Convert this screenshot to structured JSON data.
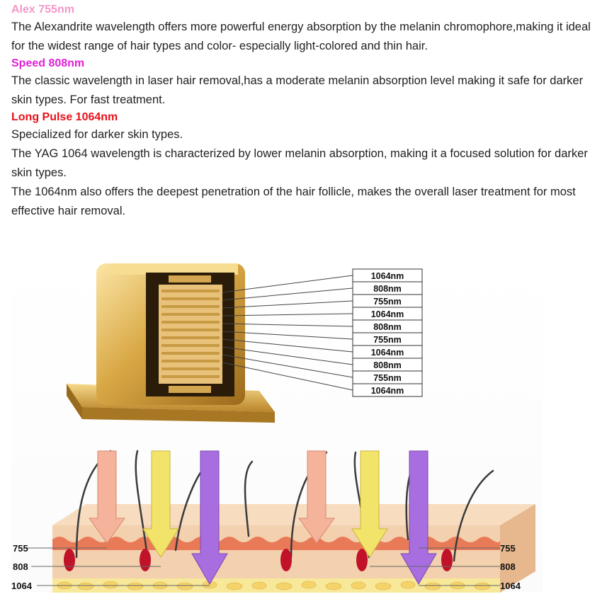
{
  "sections": [
    {
      "heading": "Alex 755nm",
      "color": "#f497c9",
      "paragraph": "The Alexandrite wavelength offers more powerful energy absorption by the melanin chromophore,making it ideal for the widest range of hair types and color- especially light-colored and thin hair."
    },
    {
      "heading": "Speed 808nm",
      "color": "#e020d8",
      "paragraph": "The classic wavelength in laser hair removal,has a moderate melanin absorption level making it safe for darker skin types. For fast treatment."
    },
    {
      "heading": "Long Pulse 1064nm",
      "color": "#e8101a",
      "paragraphs": [
        "Specialized for darker skin types.",
        "The YAG 1064 wavelength is characterized by lower melanin absorption, making it a focused solution for darker skin types.",
        "The 1064nm also offers the deepest penetration of the hair follicle, makes the overall laser treatment for most effective hair removal."
      ]
    }
  ],
  "figure": {
    "wavelength_list": [
      "1064nm",
      "808nm",
      "755nm",
      "1064nm",
      "808nm",
      "755nm",
      "1064nm",
      "808nm",
      "755nm",
      "1064nm"
    ],
    "depth_labels_left": [
      "755",
      "808",
      "1064"
    ],
    "depth_labels_right": [
      "755",
      "808",
      "1064"
    ],
    "colors": {
      "gold": "#d9a845",
      "arrow_755": "#f4b39a",
      "arrow_808": "#f2e46a",
      "arrow_1064": "#a86ee0",
      "skin": "#f3d0ae",
      "dermis": "#e97a58"
    }
  }
}
